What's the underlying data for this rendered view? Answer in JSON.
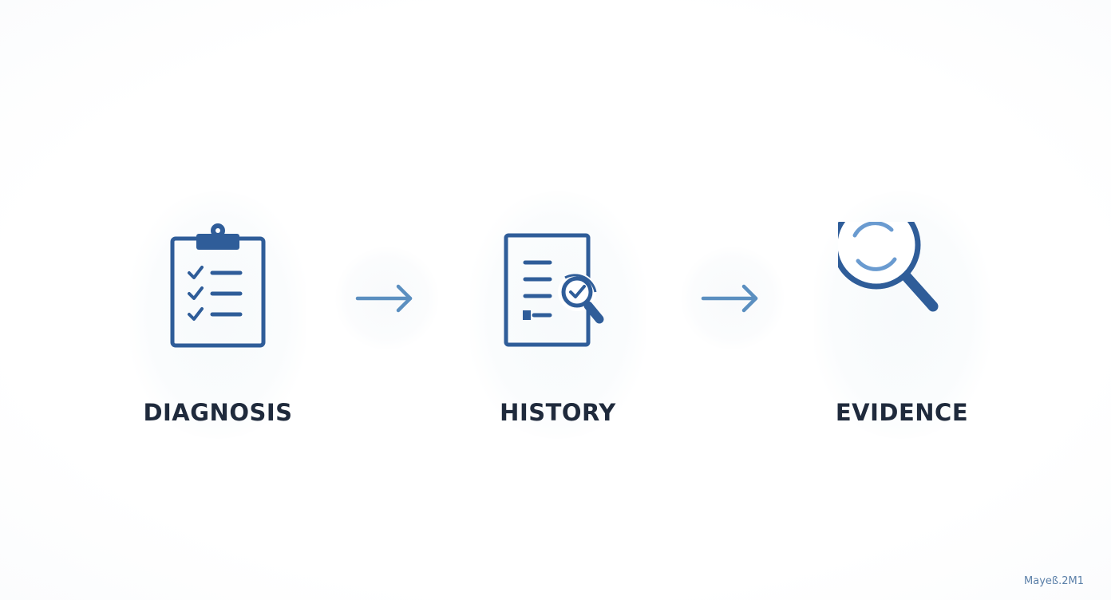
{
  "colors": {
    "icon_primary": "#2f5d99",
    "icon_accent": "#5b8fc7",
    "arrow": "#5b8fc0",
    "label_text": "#1f2a3c",
    "watermark": "#5a7fa8"
  },
  "steps": [
    {
      "label": "DIAGNOSIS",
      "icon": "clipboard-checklist-icon"
    },
    {
      "label": "HISTORY",
      "icon": "document-magnifier-icon"
    },
    {
      "label": "EVIDENCE",
      "icon": "magnifying-glass-icon"
    }
  ],
  "connectors": [
    {
      "icon": "arrow-right-icon"
    },
    {
      "icon": "arrow-right-icon"
    }
  ],
  "watermark": "Mayeß.2M1"
}
